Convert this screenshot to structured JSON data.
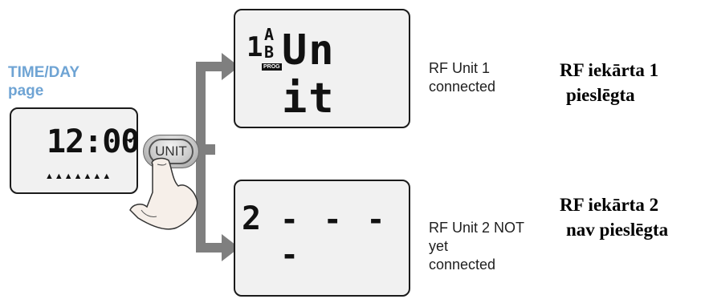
{
  "time_day_page": {
    "label_line1": "TIME/DAY",
    "label_line2": "page",
    "clock": "12:00",
    "day_markers": "▲▲▲▲▲▲▲"
  },
  "unit_button": {
    "label": "UNIT"
  },
  "display_unit1": {
    "channel": "1",
    "letter_a": "A",
    "letter_b": "B",
    "prog": "PROG",
    "text": "Un it"
  },
  "display_unit2": {
    "channel": "2",
    "dashes": "- - - -"
  },
  "caption_unit1": {
    "line1": "RF Unit 1",
    "line2": "connected"
  },
  "caption_unit2": {
    "line1": "RF Unit 2 NOT",
    "line2": "yet",
    "line3": "connected"
  },
  "latvian_unit1": {
    "line1": "RF iekārta 1",
    "line2": "pieslēgta"
  },
  "latvian_unit2": {
    "line1": "RF iekārta 2",
    "line2": "nav pieslēgta"
  },
  "colors": {
    "label_blue": "#6fa4d4",
    "arrow_gray": "#7f7f7f",
    "lcd_bg": "#f1f1f1"
  }
}
